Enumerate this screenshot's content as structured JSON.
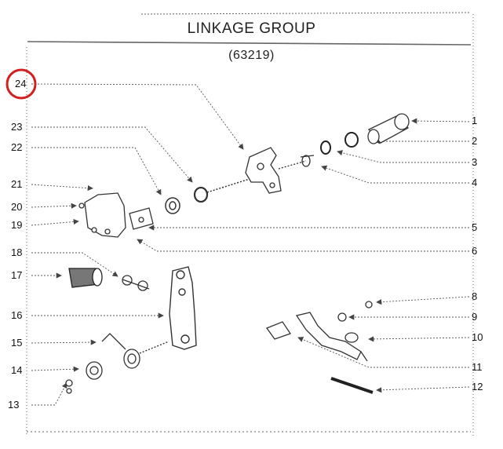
{
  "document": {
    "title": "LINKAGE GROUP",
    "subtitle": "(63219)"
  },
  "callouts": [
    {
      "id": "1",
      "label": "1"
    },
    {
      "id": "2",
      "label": "2"
    },
    {
      "id": "3",
      "label": "3"
    },
    {
      "id": "4",
      "label": "4"
    },
    {
      "id": "5",
      "label": "5"
    },
    {
      "id": "6",
      "label": "6"
    },
    {
      "id": "8",
      "label": "8"
    },
    {
      "id": "9",
      "label": "9"
    },
    {
      "id": "10",
      "label": "10"
    },
    {
      "id": "11",
      "label": "11"
    },
    {
      "id": "12",
      "label": "12"
    },
    {
      "id": "13",
      "label": "13"
    },
    {
      "id": "14",
      "label": "14"
    },
    {
      "id": "15",
      "label": "15"
    },
    {
      "id": "16",
      "label": "16"
    },
    {
      "id": "17",
      "label": "17"
    },
    {
      "id": "18",
      "label": "18"
    },
    {
      "id": "19",
      "label": "19"
    },
    {
      "id": "20",
      "label": "20"
    },
    {
      "id": "21",
      "label": "21"
    },
    {
      "id": "22",
      "label": "22"
    },
    {
      "id": "23",
      "label": "23"
    },
    {
      "id": "24",
      "label": "24"
    }
  ],
  "highlight": {
    "target": "24",
    "color": "#d22020"
  },
  "colors": {
    "ink": "#222222",
    "leader": "#555555",
    "paper": "#ffffff"
  }
}
